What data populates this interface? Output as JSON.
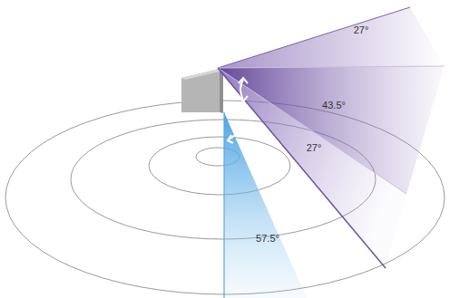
{
  "diagram": {
    "labels": [
      "27°",
      "43.5°",
      "27°",
      "57.5°"
    ]
  }
}
